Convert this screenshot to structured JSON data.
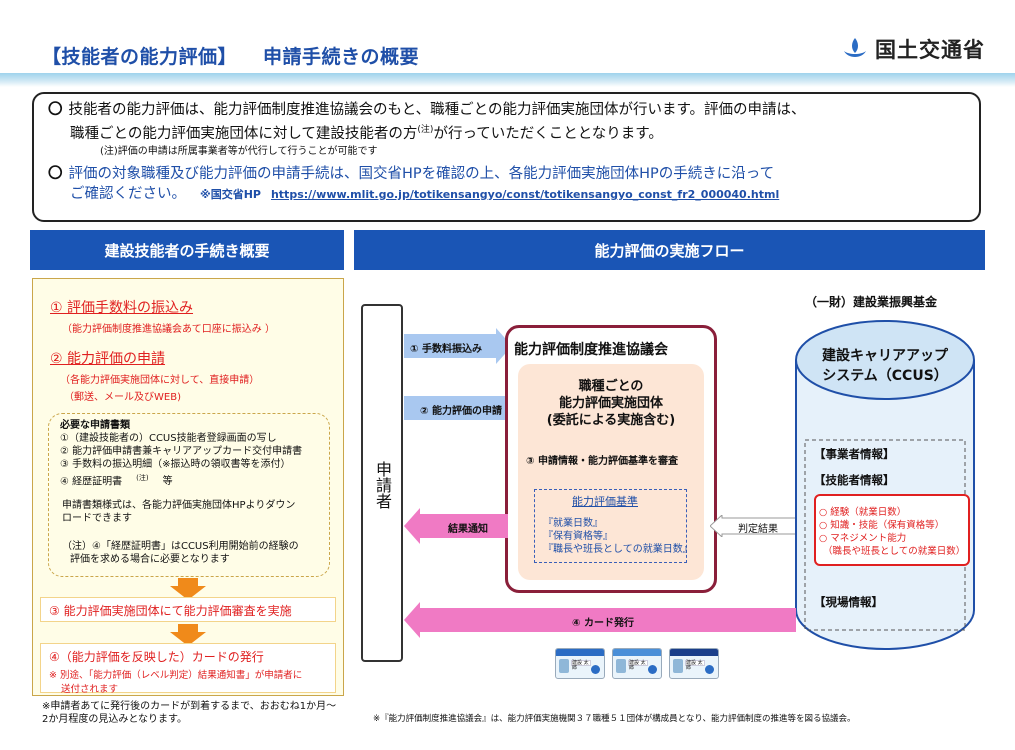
{
  "header": {
    "title_part1": "【技能者の能力評価】",
    "title_part2": "申請手続きの概要",
    "logo_text": "国土交通省"
  },
  "notice": {
    "p1_mark": "〇",
    "p1_line1": "技能者の能力評価は、能力評価制度推進協議会のもと、職種ごとの能力評価実施団体が行います。評価の申請は、",
    "p1_line2a": "職種ごとの能力評価実施団体に対して建設技能者の方",
    "p1_sup": "(注)",
    "p1_line2b": "が行っていただくこととなります。",
    "p1_note": "(注)評価の申請は所属事業者等が代行して行うことが可能です",
    "p2_mark": "〇",
    "p2_line1": "評価の対象職種及び能力評価の申請手続は、国交省HPを確認の上、各能力評価実施団体HPの手続きに沿って",
    "p2_line2": "ご確認ください。",
    "link_label": "※国交省HP",
    "link_url": "https://www.mlit.go.jp/totikensangyo/const/totikensangyo_const_fr2_000040.html"
  },
  "left": {
    "heading": "建設技能者の手続き概要",
    "step1": "① 評価手数料の振込み",
    "step1_sub": "（能力評価制度推進協議会あて口座に振込み ）",
    "step2": "② 能力評価の申請",
    "step2_sub1": "（各能力評価実施団体に対して、直接申請）",
    "step2_sub2": "（郵送、メール及びWEB)",
    "docs_title": "必要な申請書類",
    "doc1": "①（建設技能者の）CCUS技能者登録画面の写し",
    "doc2": "② 能力評価申請書兼キャリアアップカード交付申請書",
    "doc3": "③ 手数料の振込明細（※振込時の領収書等を添付）",
    "doc4a": "④ 経歴証明書",
    "doc4_sup": "(注)",
    "doc4b": "等",
    "docs_dl1": "申請書類様式は、各能力評価実施団体HPよりダウン",
    "docs_dl2": "ロードできます",
    "docs_note1": "（注）④「経歴証明書」はCCUS利用開始前の経験の",
    "docs_note2": "評価を求める場合に必要となります",
    "step3": "③ 能力評価実施団体にて能力評価審査を実施",
    "step4": "④（能力評価を反映した）カードの発行",
    "step4_sub1": "※ 別途、「能力評価（レベル判定）結果通知書」が申請者に",
    "step4_sub2": "送付されます",
    "footnote": "※申請者あてに発行後のカードが到着するまで、おおむね1か月～2か月程度の見込みとなります。"
  },
  "flow": {
    "heading": "能力評価の実施フロー",
    "applicant": "申請者",
    "arrow1": "① 手数料振込み",
    "arrow2": "② 能力評価の申請",
    "result_arrow": "結果通知",
    "card_arrow": "④ カード発行",
    "judge_arrow": "判定結果",
    "council_title": "能力評価制度推進協議会",
    "body_line1": "職種ごとの",
    "body_line2": "能力評価実施団体",
    "body_line3": "(委託による実施含む)",
    "review": "③ 申請情報・能力評価基準を審査",
    "std_title": "能力評価基準",
    "std1": "『就業日数』",
    "std2": "『保有資格等』",
    "std3": "『職長や班長としての就業日数』",
    "foundation": "（一財）建設業振興基金",
    "ccus_line1": "建設キャリアアップ",
    "ccus_line2": "システム（CCUS）",
    "biz_info": "【事業者情報】",
    "tech_info": "【技能者情報】",
    "skill1": "○ 経験（就業日数）",
    "skill2": "○ 知識・技能（保有資格等）",
    "skill3": "○ マネジメント能力",
    "skill4": "（職長や班長としての就業日数）",
    "site_info": "【現場情報】",
    "card_name": "建設 太郎",
    "footnote": "※『能力評価制度推進協議会』は、能力評価実施機関３７職種５１団体が構成員となり、能力評価制度の推進等を図る協議会。"
  },
  "colors": {
    "title_blue": "#1f4fa8",
    "section_blue": "#1a55b5",
    "accent_red": "#e02020",
    "orange": "#f08a1a",
    "council_border": "#8a1f3a",
    "arrow_blue": "#a9c8f0",
    "arrow_pink": "#f07ac4"
  }
}
